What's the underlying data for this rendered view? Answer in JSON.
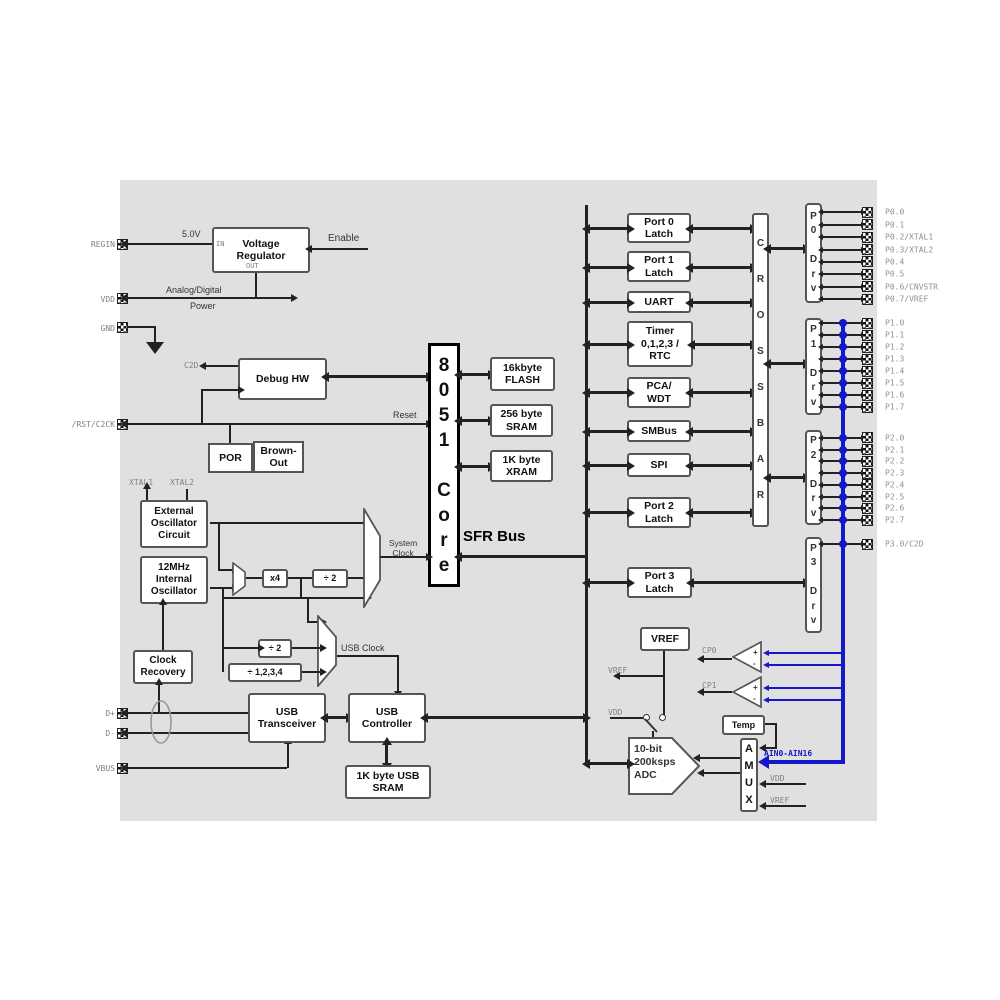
{
  "colors": {
    "accent_blue": "#1418c8",
    "line": "#222222",
    "canvas_gray": "#e0e0e0"
  },
  "power": {
    "regin_label": "REGIN",
    "five_v": "5.0V",
    "voltage_regulator": "Voltage\nRegulator",
    "in": "IN",
    "out": "OUT",
    "enable": "Enable",
    "vdd_label": "VDD",
    "ad_power_top": "Analog/Digital",
    "ad_power_bottom": "Power",
    "gnd_label": "GND"
  },
  "debug": {
    "c2d": "C2D",
    "debug_hw": "Debug HW",
    "rst_label": "/RST/C2CK",
    "reset": "Reset",
    "por": "POR",
    "brown_out": "Brown-\nOut"
  },
  "core": {
    "stack": "8\n0\n5\n1\n\nC\no\nr\ne",
    "flash": "16kbyte\nFLASH",
    "sram": "256 byte\nSRAM",
    "xram": "1K byte\nXRAM",
    "sfr_bus": "SFR Bus"
  },
  "clocks": {
    "xtal1": "XTAL1",
    "xtal2": "XTAL2",
    "ext_osc": "External\nOscillator\nCircuit",
    "int_osc": "12MHz\nInternal\nOscillator",
    "clock_recovery": "Clock\nRecovery",
    "x4": "x4",
    "div2": "÷ 2",
    "div2_usb": "÷ 2",
    "div1234": "÷ 1,2,3,4",
    "system_clock": "System\nClock",
    "usb_clock": "USB Clock"
  },
  "usb": {
    "dplus": "D+",
    "dminus": "D-",
    "vbus": "VBUS",
    "transceiver": "USB\nTransceiver",
    "controller": "USB\nController",
    "usb_sram": "1K byte USB\nSRAM"
  },
  "peripherals": {
    "port0_latch": "Port 0\nLatch",
    "port1_latch": "Port 1\nLatch",
    "uart": "UART",
    "timer": "Timer\n0,1,2,3 /\nRTC",
    "pca_wdt": "PCA/\nWDT",
    "smbus": "SMBus",
    "spi": "SPI",
    "port2_latch": "Port 2\nLatch",
    "port3_latch": "Port 3\nLatch",
    "crossbar": "C\nR\nO\nS\nS\nB\nA\nR"
  },
  "port_drivers": {
    "p0": "P\n0\n\nD\nr\nv",
    "p1": "P\n1\n\nD\nr\nv",
    "p2": "P\n2\n\nD\nr\nv",
    "p3": "P\n3\n\nD\nr\nv"
  },
  "pins": {
    "p0": [
      "P0.0",
      "P0.1",
      "P0.2/XTAL1",
      "P0.3/XTAL2",
      "P0.4",
      "P0.5",
      "P0.6/CNVSTR",
      "P0.7/VREF"
    ],
    "p1": [
      "P1.0",
      "P1.1",
      "P1.2",
      "P1.3",
      "P1.4",
      "P1.5",
      "P1.6",
      "P1.7"
    ],
    "p2": [
      "P2.0",
      "P2.1",
      "P2.2",
      "P2.3",
      "P2.4",
      "P2.5",
      "P2.6",
      "P2.7"
    ],
    "p3": [
      "P3.0/C2D"
    ]
  },
  "analog": {
    "vref_box": "VREF",
    "vref_out": "VREF",
    "vdd_switch": "VDD",
    "cp0": "CP0",
    "cp1": "CP1",
    "plus": "+",
    "minus": "-",
    "temp": "Temp",
    "adc": "10-bit\n200ksps\nADC",
    "amux": "A\nM\nU\nX",
    "ain_bus": "AIN0-AIN16",
    "vdd_amux": "VDD",
    "vref_amux": "VREF"
  }
}
